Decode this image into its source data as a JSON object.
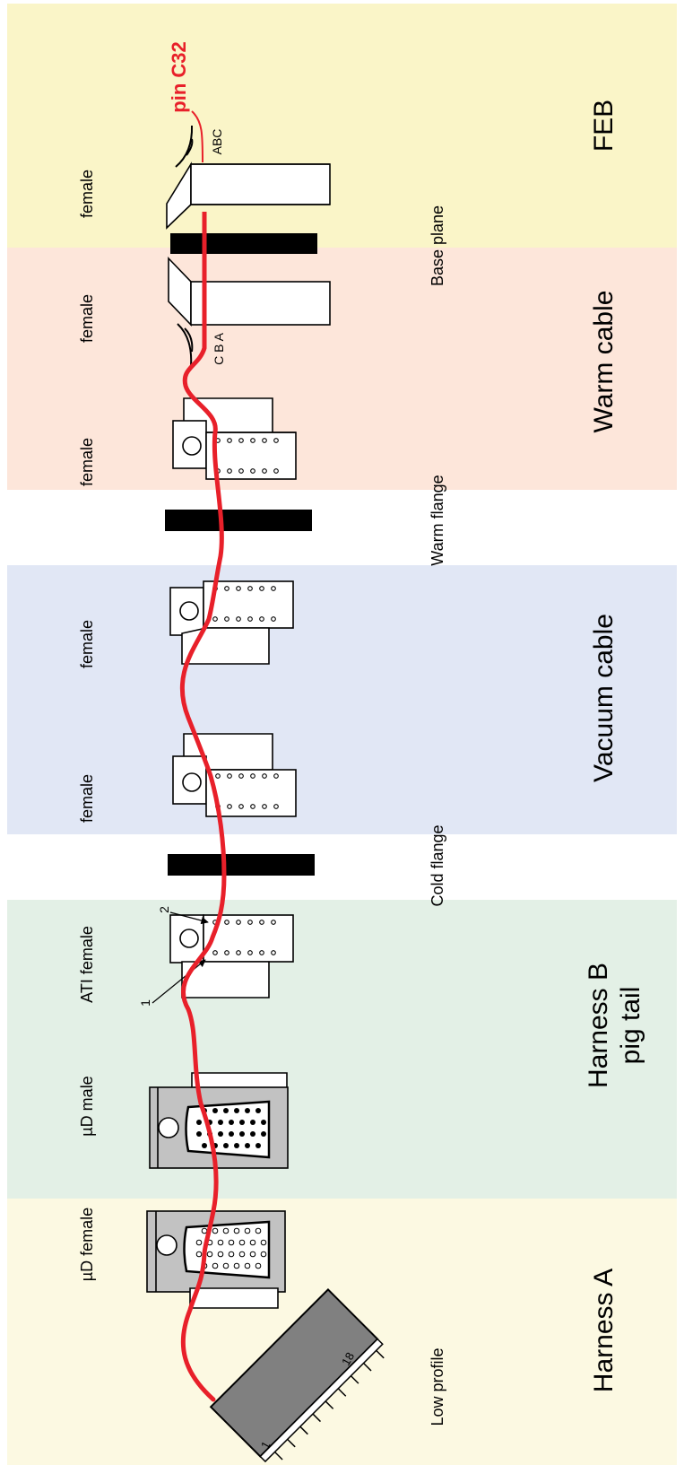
{
  "sections": {
    "feb": "FEB",
    "warm_cable": "Warm cable",
    "vacuum_cable": "Vacuum cable",
    "harness_b_line1": "Harness B",
    "harness_b_line2": "pig tail",
    "harness_a": "Harness A"
  },
  "connector_labels": {
    "feb_female": "female",
    "warm_female_top": "female",
    "warm_female_bottom": "female",
    "vacuum_female_top": "female",
    "vacuum_female_bottom": "female",
    "ati_female": "ATI female",
    "micro_d_male": "µD male",
    "micro_d_female": "µD female"
  },
  "plane_labels": {
    "base_plane": "Base plane",
    "warm_flange": "Warm flange",
    "cold_flange": "Cold flange",
    "low_profile": "Low profile"
  },
  "pin_labels": {
    "pin_c32": "pin C32",
    "abc_top": "ABC",
    "cba_bottom": "C B A",
    "arrow_1": "1",
    "arrow_2": "2",
    "chip_pin_1": "1",
    "chip_pin_18": "18"
  },
  "colors": {
    "feb_band": "#faf5c8",
    "warm_band": "#fde6da",
    "vacuum_band": "#e1e7f5",
    "harness_b_band": "#e3f0e6",
    "harness_a_band": "#fcf9e2",
    "signal_wire": "#e8202a",
    "connector_gray": "#c2c2c2",
    "chip_gray": "#808080"
  }
}
